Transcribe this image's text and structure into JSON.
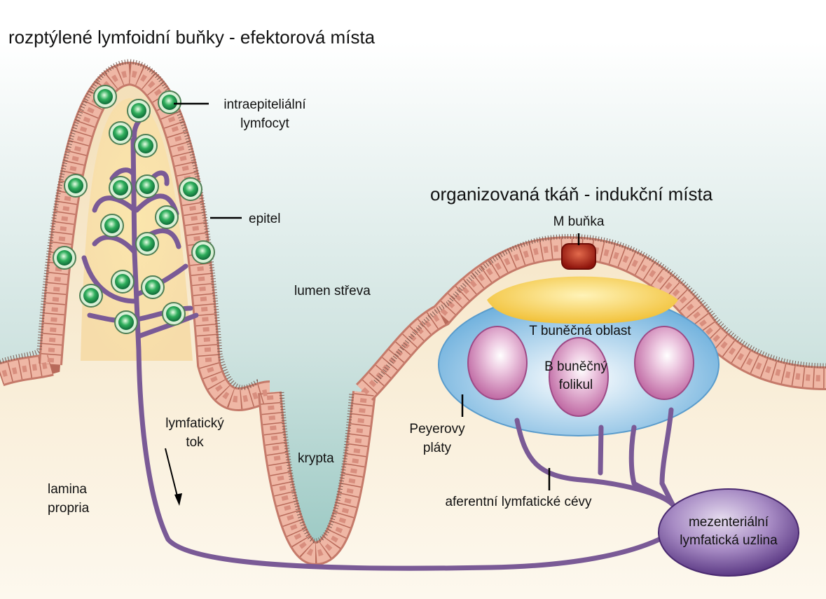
{
  "titles": {
    "left": "rozptýlené lymfoidní buňky - efektorová místa",
    "right": "organizovaná tkáň - indukční místa"
  },
  "labels": {
    "iel_line1": "intraepiteliální",
    "iel_line2": "lymfocyt",
    "epitel": "epitel",
    "lumen": "lumen střeva",
    "m_cell": "M buňka",
    "t_zone": "T buněčná oblast",
    "b_line1": "B buněčný",
    "b_line2": "folikul",
    "peyer_line1": "Peyerovy",
    "peyer_line2": "pláty",
    "lymph_flow_line1": "lymfatický",
    "lymph_flow_line2": "tok",
    "crypt": "krypta",
    "lamina_line1": "lamina",
    "lamina_line2": "propria",
    "afferent": "aferentní lymfatické cévy",
    "node_line1": "mezenteriální",
    "node_line2": "lymfatická uzlina"
  },
  "colors": {
    "lumen_teal": "#8fc3bd",
    "tissue_cream": "#f6e8cc",
    "epithelium": "#e8aa98",
    "lymphatic": "#7a5a96",
    "lymphocyte": "#1e8a4e",
    "m_cell": "#a31a10",
    "dome_yellow": "#f3c84a",
    "peyer_blue": "#8ec3e6",
    "follicle_pink": "#c86aa8",
    "node_purple": "#5f3b8a"
  }
}
